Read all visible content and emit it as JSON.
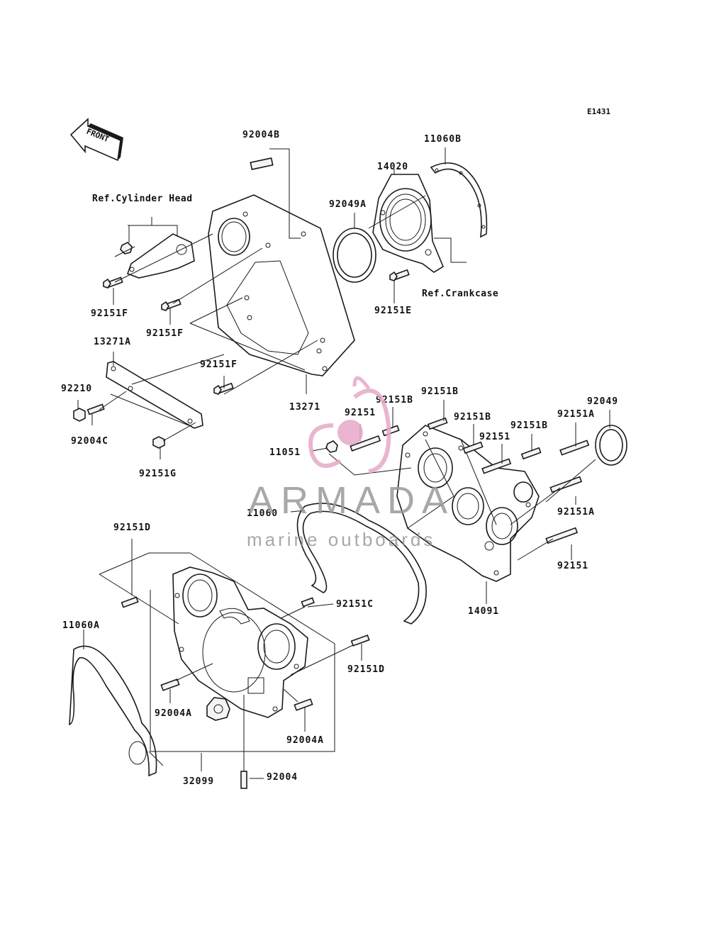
{
  "diagram": {
    "code": "E1431",
    "front_label": "FRONT",
    "refs": {
      "cylinder_head": "Ref.Cylinder Head",
      "crankcase": "Ref.Crankcase"
    },
    "labels": {
      "l_92004B": "92004B",
      "l_11060B": "11060B",
      "l_14020": "14020",
      "l_92049A": "92049A",
      "l_92151E": "92151E",
      "l_92151F_a": "92151F",
      "l_92151F_b": "92151F",
      "l_92151F_c": "92151F",
      "l_13271A": "13271A",
      "l_13271": "13271",
      "l_92210": "92210",
      "l_92004C": "92004C",
      "l_92151G": "92151G",
      "l_92151B_a": "92151B",
      "l_92151B_b": "92151B",
      "l_92151B_c": "92151B",
      "l_92151B_d": "92151B",
      "l_92049": "92049",
      "l_92151_a": "92151",
      "l_92151_b": "92151",
      "l_92151_c": "92151",
      "l_92151A_a": "92151A",
      "l_92151A_b": "92151A",
      "l_11051": "11051",
      "l_11060": "11060",
      "l_92151D_a": "92151D",
      "l_92151D_b": "92151D",
      "l_92151C": "92151C",
      "l_14091": "14091",
      "l_11060A": "11060A",
      "l_92004A_a": "92004A",
      "l_92004A_b": "92004A",
      "l_32099": "32099",
      "l_92004": "92004"
    }
  },
  "watermark": {
    "name": "ARMADA",
    "tagline": "marine outboards",
    "accent_color": "#e6a9c8"
  }
}
